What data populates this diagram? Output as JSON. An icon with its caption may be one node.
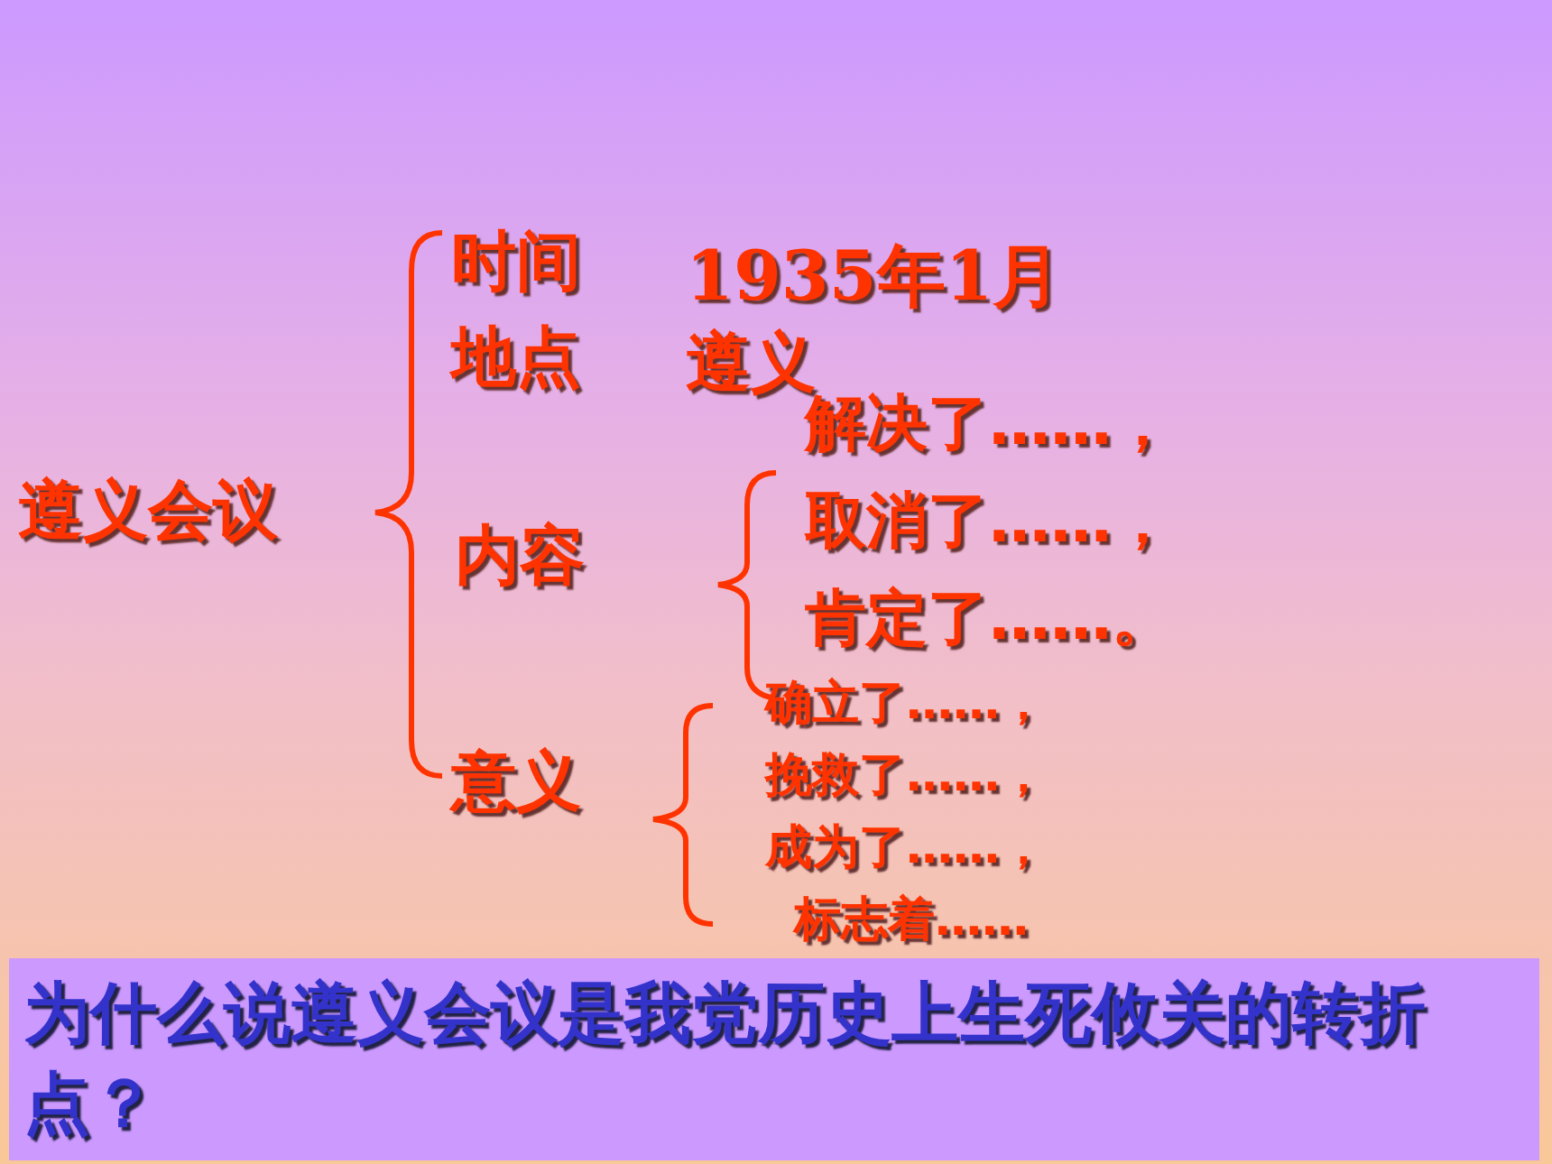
{
  "diagram": {
    "nodes": [
      {
        "text": [
          "为什么说遵义会议是我党历史上生死攸关的转折点？"
        ]
      }
    ],
    "edges": [],
    "labels": [
      "时间",
      "1935年1月",
      "地点",
      "遵义",
      "解决了……，",
      "遵义会议",
      "内容",
      "取消了……，",
      "肯定了……。",
      "确立了……，",
      "意义",
      "挽救了……，",
      "成为了……，",
      "标志着……"
    ]
  }
}
